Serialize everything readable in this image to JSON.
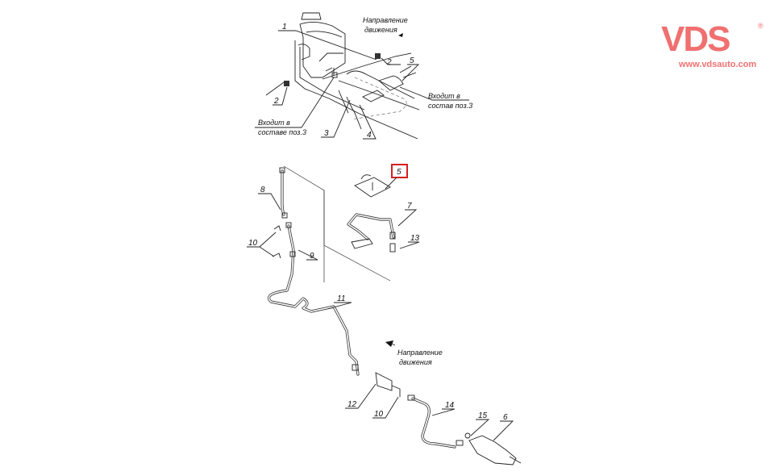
{
  "brand": {
    "name": "VDS",
    "registered": "®",
    "url": "www.vdsauto.com",
    "color": "#f07070"
  },
  "top_view": {
    "direction": [
      "Направление",
      "движения"
    ],
    "callouts": {
      "c1": "1",
      "c2a": "2",
      "c2b": "2",
      "c3": "3",
      "c4": "4",
      "c5": "5"
    },
    "note_right": [
      "Входит в",
      "состав поз.3"
    ],
    "note_left": [
      "Входит в",
      "составе поз.3"
    ]
  },
  "bottom_view": {
    "direction": [
      "Направление",
      "движения"
    ],
    "callouts": {
      "c5": "5",
      "c6": "6",
      "c7": "7",
      "c8": "8",
      "c9": "9",
      "c10a": "10",
      "c10b": "10",
      "c11": "11",
      "c12": "12",
      "c13": "13",
      "c14": "14",
      "c15": "15"
    },
    "highlighted": "5",
    "highlight_color": "#d42020"
  }
}
